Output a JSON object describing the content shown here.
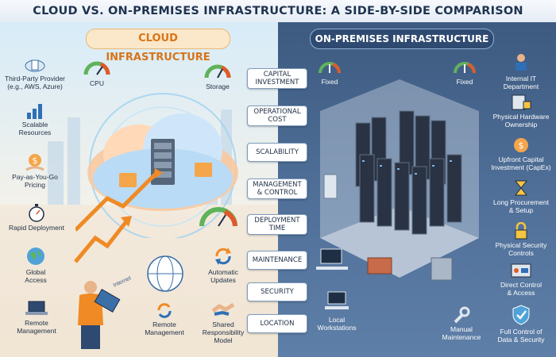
{
  "title": "CLOUD VS. ON-PREMISES INFRASTRUCTURE: A SIDE-BY-SIDE COMPARISON",
  "left": {
    "header": "CLOUD INFRASTRUCTURE",
    "features": [
      {
        "label": "Third-Party Provider\n(e.g., AWS, Azure)",
        "icon": "cloud-building-icon"
      },
      {
        "label": "Scalable\nResources",
        "icon": "scale-bars-icon"
      },
      {
        "label": "Pay-as-You-Go\nPricing",
        "icon": "dollar-hand-icon"
      },
      {
        "label": "Rapid Deployment",
        "icon": "stopwatch-icon"
      },
      {
        "label": "Global\nAccess",
        "icon": "globe-icon"
      },
      {
        "label": "Remote\nManagement",
        "icon": "laptop-icon"
      }
    ],
    "gauges": [
      {
        "label": "CPU",
        "icon": "cpu-gauge-icon"
      },
      {
        "label": "Storage",
        "icon": "storage-gauge-icon"
      }
    ],
    "bottom": [
      {
        "label": "Automatic\nUpdates",
        "icon": "sync-arrows-icon"
      },
      {
        "label": "Remote\nManagement",
        "icon": "refresh-icon"
      },
      {
        "label": "Shared\nResponsibility\nModel",
        "icon": "handshake-icon"
      }
    ],
    "internet_label": "Internet"
  },
  "middle": [
    "CAPITAL\nINVESTMENT",
    "OPERATIONAL\nCOST",
    "SCALABILITY",
    "MANAGEMENT\n& CONTROL",
    "DEPLOYMENT\nTIME",
    "MAINTENANCE",
    "SECURITY",
    "LOCATION"
  ],
  "right": {
    "header": "ON-PREMISES INFRASTRUCTURE",
    "features": [
      {
        "label": "Internal IT\nDepartment",
        "icon": "it-person-icon"
      },
      {
        "label": "Physical Hardware\nOwnership",
        "icon": "server-lock-icon"
      },
      {
        "label": "Upfront Capital\nInvestment (CapEx)",
        "icon": "dollar-icon"
      },
      {
        "label": "Long Procurement\n& Setup",
        "icon": "hourglass-icon"
      },
      {
        "label": "Physical Security\nControls",
        "icon": "padlock-icon"
      },
      {
        "label": "Direct Control\n& Access",
        "icon": "control-panel-icon"
      },
      {
        "label": "Full Control of\nData & Security",
        "icon": "shield-check-icon"
      }
    ],
    "gauges": [
      {
        "label": "Fixed",
        "icon": "fixed-gauge-icon-left"
      },
      {
        "label": "Fixed",
        "icon": "fixed-gauge-icon-right"
      }
    ],
    "bottom": [
      {
        "label": "Local\nWorkstations",
        "icon": "workstation-icon"
      },
      {
        "label": "Manual\nMaintenance",
        "icon": "wrench-icon"
      }
    ]
  },
  "colors": {
    "cloud_accent": "#e07b20",
    "onprem_bg": "#3d5a80",
    "arrow_orange": "#f08a24"
  }
}
